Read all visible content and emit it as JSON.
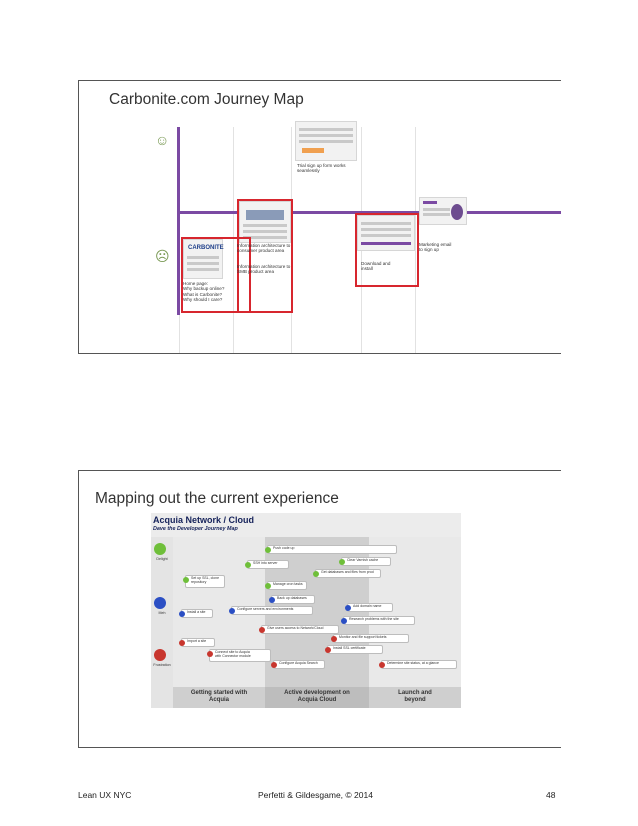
{
  "slide1": {
    "title": "Carbonite.com Journey Map",
    "notes": {
      "home": "Home page:\nWhy backup online?\nWhat is Carbonite?\nWhy should I care?",
      "consumer": "Information architecture to\nconsumer product area",
      "smb": "Information architecture to\nSMB product area",
      "trial": "Trial sign up form works\nseamlessly",
      "download": "Download and\ninstall",
      "marketing": "Marketing email\nto sign up"
    },
    "logo_text": "CARBONITE",
    "accent_color": "#7b4aa3",
    "box_color": "#d7262e"
  },
  "slide2": {
    "title": "Mapping out the current experience",
    "map_title": "Acquia Network / Cloud",
    "map_subtitle": "Dave the Developer Journey Map",
    "emotions": {
      "delight": "Delight",
      "meh": "Meh",
      "frustration": "Frustration"
    },
    "phases": {
      "p1": "Getting started with\nAcquia",
      "p2": "Active development on\nAcquia Cloud",
      "p3": "Launch and\nbeyond"
    },
    "cards": {
      "c1": "Push code up",
      "c2": "Clear Varnish cache",
      "c3": "SSH into server",
      "c4": "Get databases and files from prod",
      "c5": "Set up SSL, clone\nrepository",
      "c6": "Manage cron tasks",
      "c7": "Back up databases",
      "c8": "Add domain name",
      "c9": "Install a site",
      "c10": "Configure servers and environments",
      "c11": "Research problems with the site",
      "c12": "Give users access to Network/Cloud",
      "c13": "Monitor and file support tickets",
      "c14": "Import a site",
      "c15": "Install SSL certificate",
      "c16": "Connect site to Acquia\nwith Connector module",
      "c17": "Configure Acquia Search",
      "c18": "Determine site status, at a glance"
    },
    "colors": {
      "green": "#6fbf3a",
      "blue": "#2b4fc4",
      "red": "#c8362e"
    }
  },
  "footer": {
    "left": "Lean UX NYC",
    "center": "Perfetti & Gildesgame, © 2014",
    "page": "48"
  }
}
